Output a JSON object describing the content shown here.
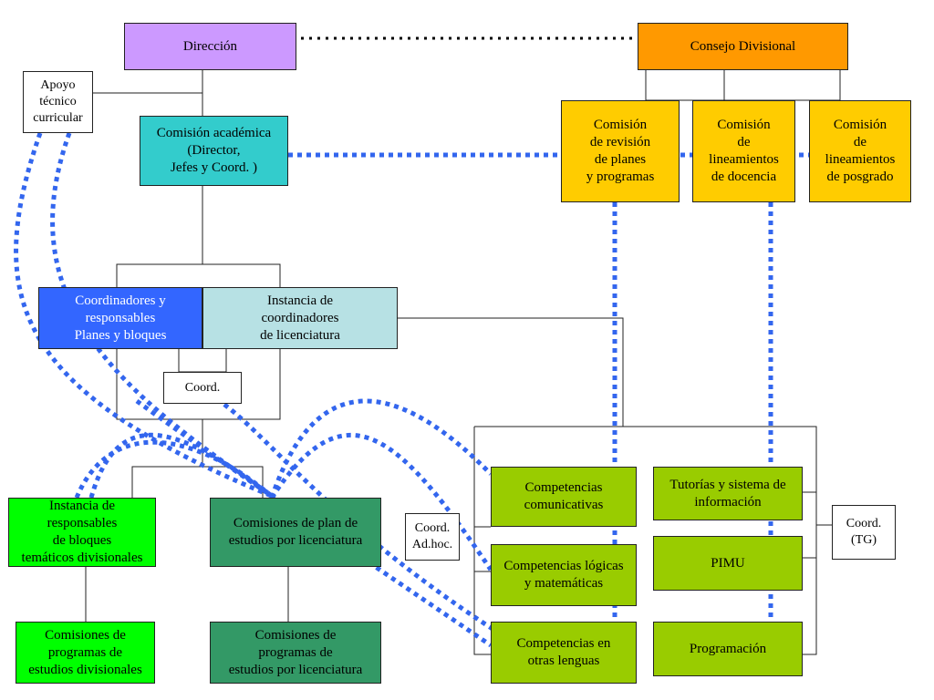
{
  "nodes": {
    "direccion": {
      "label": "Dirección",
      "color": "#CC99FF"
    },
    "consejo": {
      "label": "Consejo Divisional",
      "color": "#FF9900"
    },
    "apoyo": {
      "label": "Apoyo\ntécnico\ncurricular",
      "color": "#FFFFFF"
    },
    "comision_academica": {
      "label": "Comisión académica\n(Director,\nJefes y Coord. )",
      "color": "#33CCCC"
    },
    "comision_revision": {
      "label": "Comisión\nde revisión\nde planes\ny programas",
      "color": "#FFCC00"
    },
    "comision_docencia": {
      "label": "Comisión\nde\nlineamientos\nde docencia",
      "color": "#FFCC00"
    },
    "comision_posgrado": {
      "label": "Comisión\nde\nlineamientos\nde posgrado",
      "color": "#FFCC00"
    },
    "coordinadores": {
      "label": "Coordinadores y\nresponsables\nPlanes y bloques",
      "color": "#3366FF"
    },
    "instancia_coord": {
      "label": "Instancia de\ncoordinadores\nde licenciatura",
      "color": "#B7E1E4"
    },
    "coord": {
      "label": "Coord.",
      "color": "#FFFFFF"
    },
    "instancia_bloques": {
      "label": "Instancia de\nresponsables\nde bloques\ntemáticos divisionales",
      "color": "#00FF00"
    },
    "comisiones_plan": {
      "label": "Comisiones de plan de\nestudios por licenciatura",
      "color": "#339966"
    },
    "comisiones_prog_div": {
      "label": "Comisiones de\nprogramas de\nestudios divisionales",
      "color": "#00FF00"
    },
    "comisiones_prog_lic": {
      "label": "Comisiones de\nprogramas de\nestudios por licenciatura",
      "color": "#339966"
    },
    "coord_adhoc": {
      "label": "Coord.\nAd.hoc.",
      "color": "#FFFFFF"
    },
    "comp_comunicativas": {
      "label": "Competencias\ncomunicativas",
      "color": "#99CC00"
    },
    "comp_logicas": {
      "label": "Competencias lógicas\ny matemáticas",
      "color": "#99CC00"
    },
    "comp_lenguas": {
      "label": "Competencias en\notras lenguas",
      "color": "#99CC00"
    },
    "tutorias": {
      "label": "Tutorías y sistema de\ninformación",
      "color": "#99CC00"
    },
    "pimu": {
      "label": "PIMU",
      "color": "#99CC00"
    },
    "programacion": {
      "label": "Programación",
      "color": "#99CC00"
    },
    "coord_tg": {
      "label": "Coord.\n(TG)",
      "color": "#FFFFFF"
    }
  },
  "colors": {
    "line": "#222222",
    "dotted_link": "#3366EE",
    "black_dotted": "#000000"
  }
}
